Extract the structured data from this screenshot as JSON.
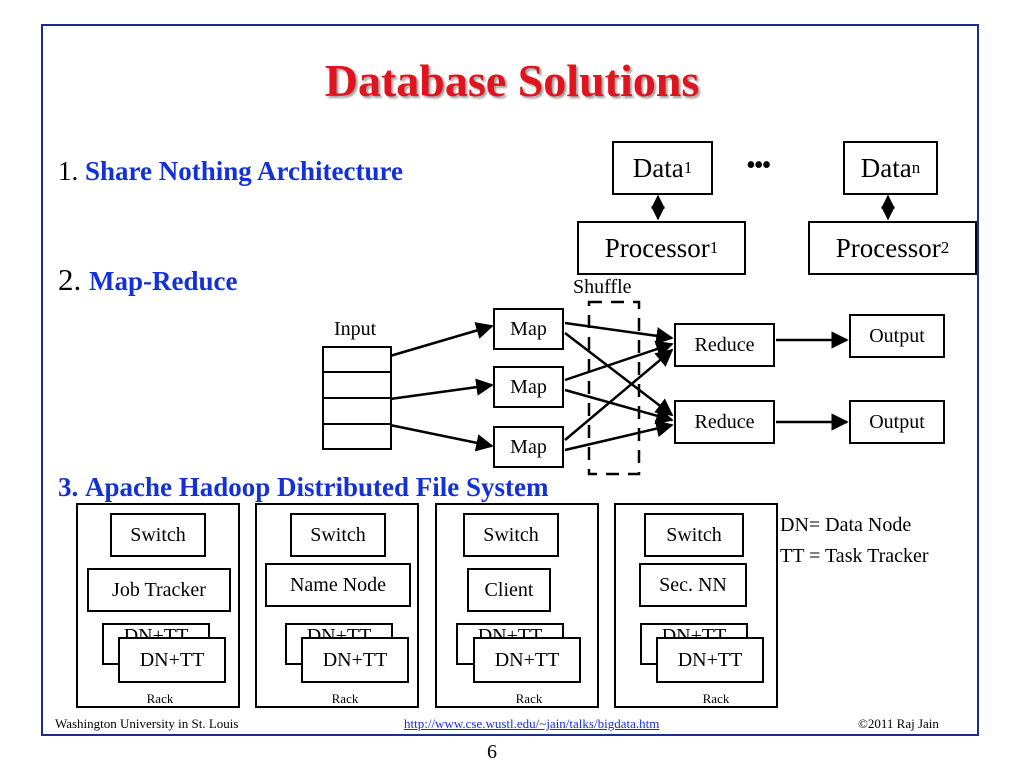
{
  "slide": {
    "title": "Database Solutions",
    "page_number": "6"
  },
  "items": [
    {
      "number": "1.",
      "label": "Share Nothing Architecture"
    },
    {
      "number": "2.",
      "label": "Map-Reduce"
    },
    {
      "number": "3.",
      "label": "Apache Hadoop Distributed File System"
    }
  ],
  "share_nothing": {
    "data_1": "Data",
    "data_1_sub": "1",
    "data_n": "Data",
    "data_n_sub": "n",
    "ellipsis": "•••",
    "processor_1": "Processor",
    "processor_1_sub": "1",
    "processor_2": "Processor",
    "processor_2_sub": "2"
  },
  "mapreduce": {
    "shuffle_label": "Shuffle",
    "input_label": "Input",
    "map_1": "Map",
    "map_2": "Map",
    "map_3": "Map",
    "reduce_1": "Reduce",
    "reduce_2": "Reduce",
    "output_1": "Output",
    "output_2": "Output"
  },
  "hdfs": {
    "legend_1": "DN= Data Node",
    "legend_2": "TT = Task Tracker",
    "racks": [
      {
        "switch": "Switch",
        "node": "Job Tracker",
        "dn_back": "DN+TT",
        "dn_front": "DN+TT",
        "label": "Rack"
      },
      {
        "switch": "Switch",
        "node": "Name Node",
        "dn_back": "DN+TT",
        "dn_front": "DN+TT",
        "label": "Rack"
      },
      {
        "switch": "Switch",
        "node": "Client",
        "dn_back": "DN+TT",
        "dn_front": "DN+TT",
        "label": "Rack"
      },
      {
        "switch": "Switch",
        "node": "Sec. NN",
        "dn_back": "DN+TT",
        "dn_front": "DN+TT",
        "label": "Rack"
      }
    ]
  },
  "footer": {
    "left": "Washington University in St. Louis",
    "center": "http://www.cse.wustl.edu/~jain/talks/bigdata.htm",
    "right": "©2011 Raj Jain"
  },
  "colors": {
    "title": "#e0141e",
    "highlight": "#1430d8",
    "frame": "#1d2c8f"
  }
}
